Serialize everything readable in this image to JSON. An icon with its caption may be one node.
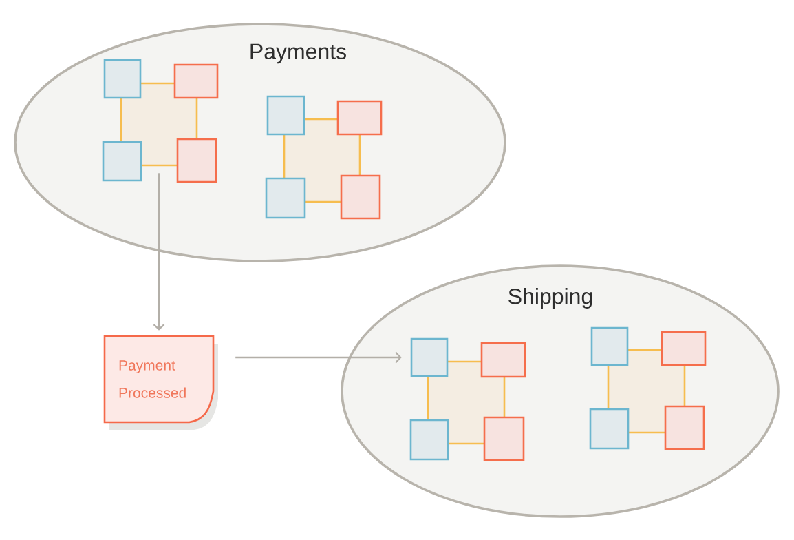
{
  "diagram": {
    "nodes": [
      {
        "text": [
          "Payments"
        ]
      },
      {
        "text": [],
        "shape": "box",
        "in": 0
      },
      {
        "text": [],
        "shape": "box",
        "in": 0
      },
      {
        "text": [],
        "shape": "box",
        "in": 0
      },
      {
        "text": [],
        "shape": "box",
        "in": 0
      },
      {
        "text": [],
        "shape": "box",
        "in": 0
      },
      {
        "text": [],
        "shape": "box",
        "in": 0
      },
      {
        "text": [],
        "shape": "box",
        "in": 0
      },
      {
        "text": [],
        "shape": "box",
        "in": 0
      },
      {
        "text": [],
        "shape": "box",
        "in": 0
      },
      {
        "text": [],
        "shape": "box",
        "in": 0
      },
      {
        "text": [
          "Payment Processed"
        ]
      },
      {
        "text": [
          "Shipping"
        ]
      },
      {
        "text": [],
        "shape": "box",
        "in": 12
      },
      {
        "text": [],
        "shape": "box",
        "in": 12
      },
      {
        "text": [],
        "shape": "box",
        "in": 12
      },
      {
        "text": [],
        "shape": "box",
        "in": 12
      },
      {
        "text": [],
        "shape": "box",
        "in": 12
      },
      {
        "text": [],
        "shape": "box",
        "in": 12
      },
      {
        "text": [],
        "shape": "box",
        "in": 12
      },
      {
        "text": [],
        "shape": "box",
        "in": 12
      },
      {
        "text": [],
        "shape": "box",
        "in": 12
      },
      {
        "text": [],
        "shape": "box",
        "in": 12
      }
    ],
    "edges": [
      {
        "from": 1,
        "to": 11,
        "arrow": "to"
      },
      {
        "from": 11,
        "to": 14,
        "arrow": "to"
      }
    ]
  }
}
